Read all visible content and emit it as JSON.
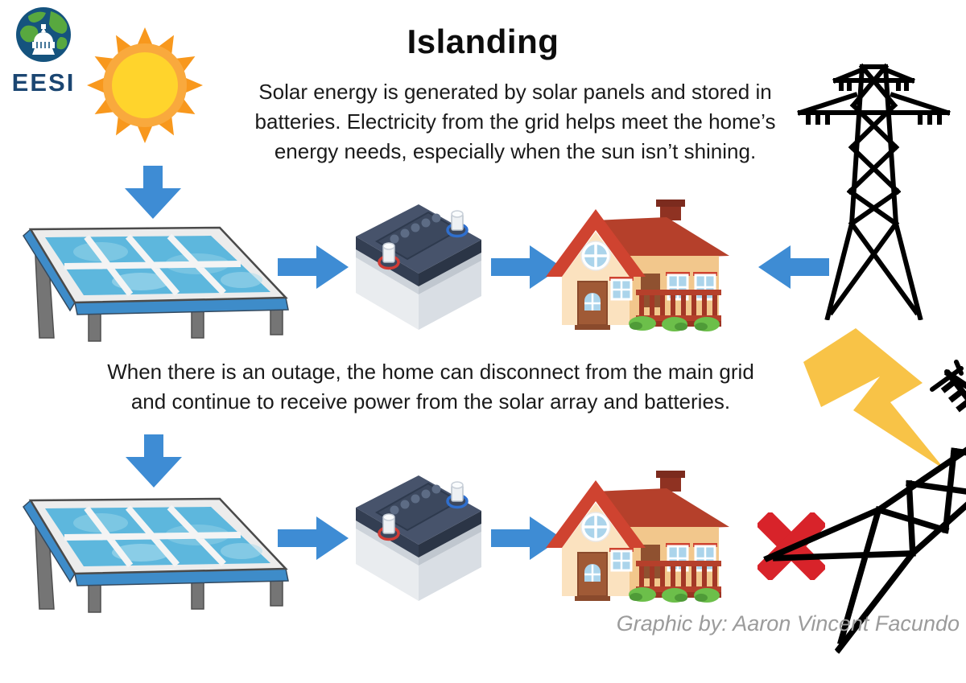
{
  "title": "Islanding",
  "logo": {
    "text": "EESI"
  },
  "intro": {
    "lines": [
      "Solar energy is generated by solar panels and stored in",
      "batteries. Electricity from the grid helps meet the home’s",
      "energy needs, especially when the sun isn’t shining."
    ]
  },
  "outage": {
    "lines": [
      "When there is an outage, the home can disconnect from the main grid",
      "and continue to receive power from the solar array and batteries."
    ]
  },
  "credit": "Graphic by: Aaron Vincent Facundo",
  "colors": {
    "arrow": "#3E8CD4",
    "cross": "#D8232A",
    "bolt": "#F8C347"
  }
}
